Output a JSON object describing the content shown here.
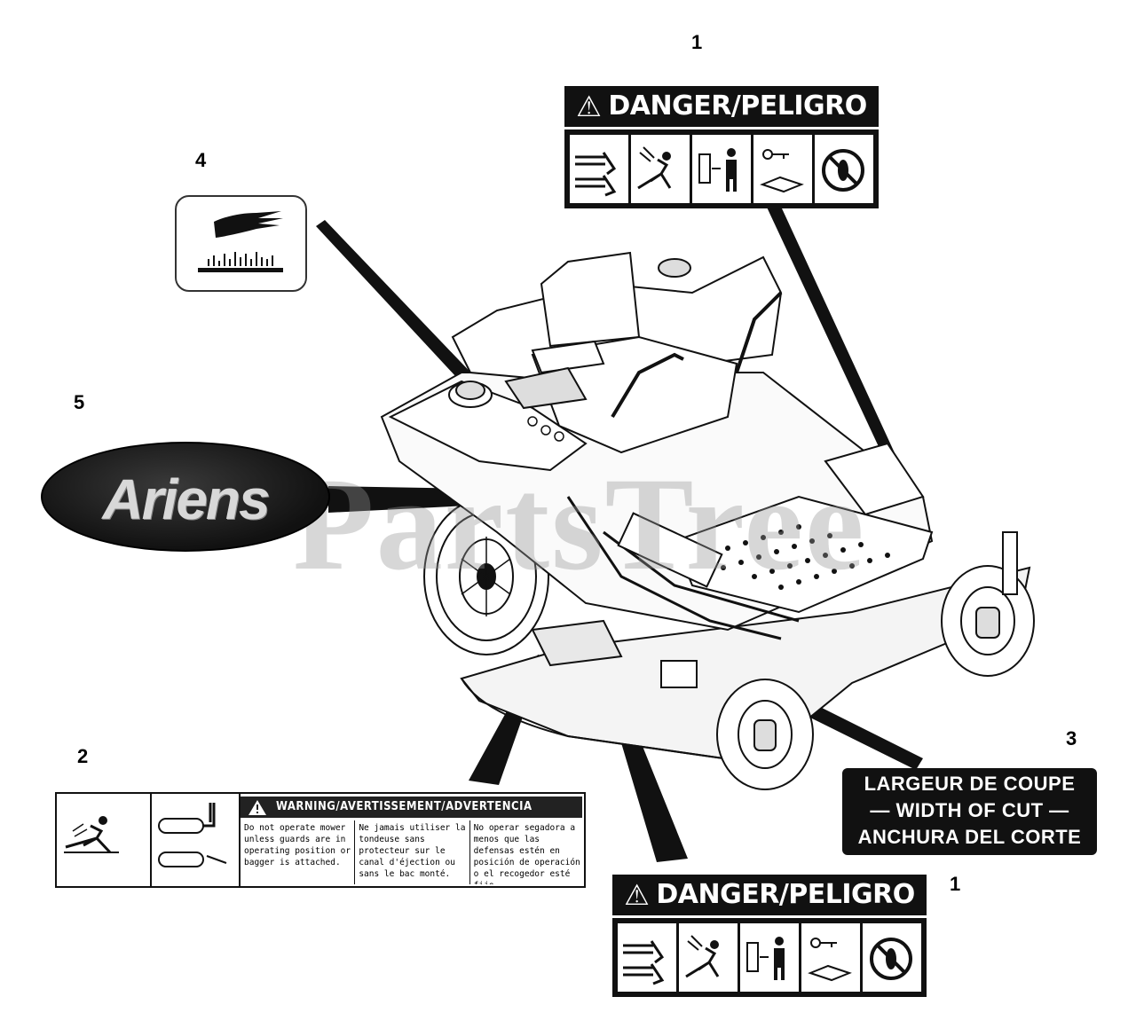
{
  "callouts": {
    "c1_top": "1",
    "c1_bottom": "1",
    "c2": "2",
    "c3": "3",
    "c4": "4",
    "c5": "5"
  },
  "danger_decal": {
    "title": "DANGER/PELIGRO",
    "symbol": "⚠"
  },
  "width_of_cut_decal": {
    "line1": "LARGEUR DE COUPE",
    "line2": "— WIDTH OF CUT —",
    "line3": "ANCHURA DEL CORTE"
  },
  "warning_decal": {
    "title": "WARNING/AVERTISSEMENT/ADVERTENCIA",
    "col_en": "Do not operate mower unless guards are in operating position or bagger is attached.",
    "col_fr": "Ne jamais utiliser la tondeuse sans protecteur sur le canal d'éjection ou sans le bac monté.",
    "col_es": "No operar segadora a menos que las defensas estén en posición de operación o el recogedor esté fijo."
  },
  "brand_emblem": {
    "text": "Ariens"
  },
  "watermark": "PartsTree",
  "icons": {
    "hot_surface": "hot-surface-hand-icon",
    "safety_alert": "warning-triangle-icon",
    "mower": "riding-mower-illustration"
  }
}
